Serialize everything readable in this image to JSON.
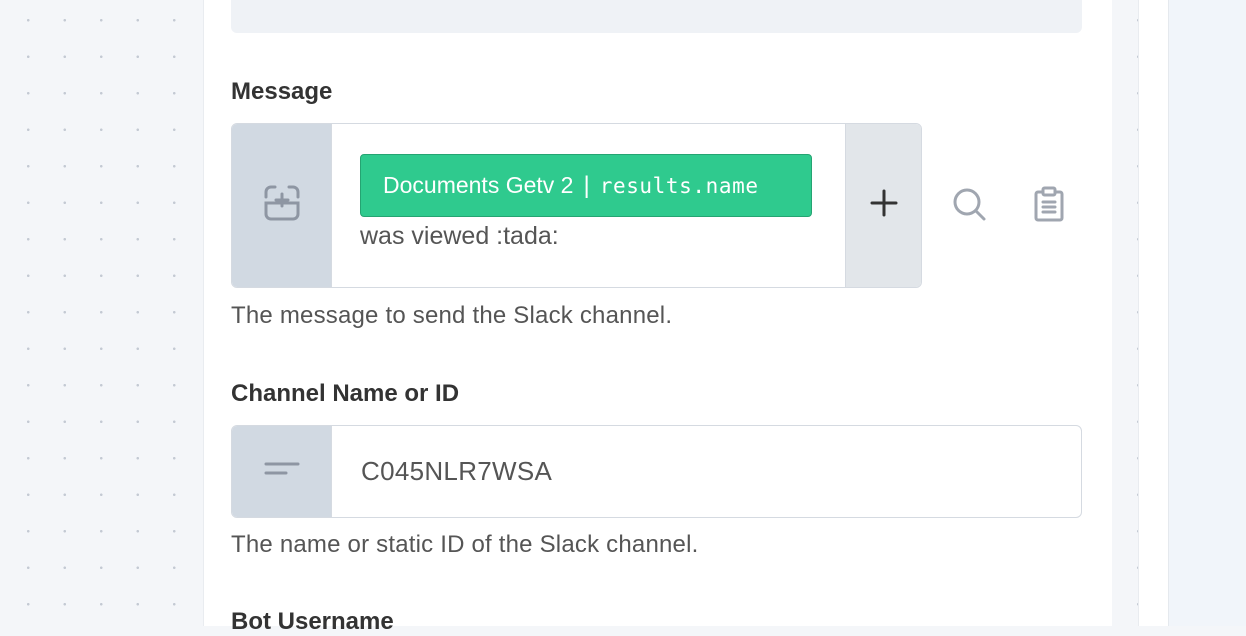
{
  "message": {
    "label": "Message",
    "token": {
      "source": "Documents Getv 2",
      "separator": "|",
      "path": "results.name"
    },
    "text": "was viewed :tada:",
    "hint": "The message to send the Slack channel.",
    "left_icon": "insert-variable-icon",
    "add_icon": "plus-icon",
    "search_icon": "search-icon",
    "clipboard_icon": "clipboard-icon"
  },
  "channel": {
    "label": "Channel Name or ID",
    "value": "C045NLR7WSA",
    "hint": "The name or static ID of the Slack channel.",
    "left_icon": "short-text-icon"
  },
  "bot_username": {
    "label": "Bot Username"
  },
  "colors": {
    "token_green": "#2fca8e",
    "prefix_bg": "#d1d9e2",
    "icon_gray": "#8e96a3"
  }
}
